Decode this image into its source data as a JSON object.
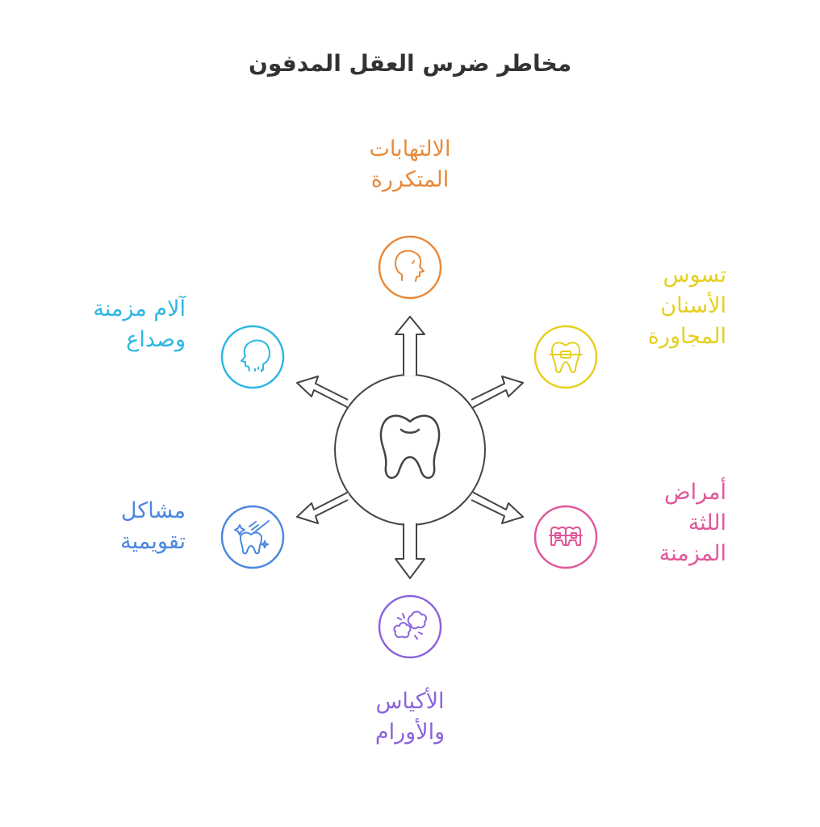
{
  "title": "مخاطر ضرس العقل المدفون",
  "center": {
    "icon": "tooth-icon",
    "color": "#444444"
  },
  "risks": [
    {
      "id": "inflammation",
      "lines": [
        "الالتهابات",
        "المتكررة"
      ],
      "color": "#E8893A",
      "icon": "head-profile-icon"
    },
    {
      "id": "decay",
      "lines": [
        "تسوس",
        "الأسنان",
        "المجاورة"
      ],
      "color": "#E6CF1E",
      "icon": "tooth-braces-icon"
    },
    {
      "id": "gum",
      "lines": [
        "أمراض",
        "اللثة",
        "المزمنة"
      ],
      "color": "#E0579A",
      "icon": "teeth-braces-icon"
    },
    {
      "id": "cysts",
      "lines": [
        "الأكياس",
        "والأورام"
      ],
      "color": "#8C63DC",
      "icon": "cyst-tumor-icon"
    },
    {
      "id": "ortho",
      "lines": [
        "مشاكل",
        "تقويمية"
      ],
      "color": "#4C87E0",
      "icon": "tooth-brush-sparkle-icon"
    },
    {
      "id": "pain",
      "lines": [
        "آلام مزمنة",
        "وصداع"
      ],
      "color": "#2DB6E3",
      "icon": "head-pain-icon"
    }
  ]
}
